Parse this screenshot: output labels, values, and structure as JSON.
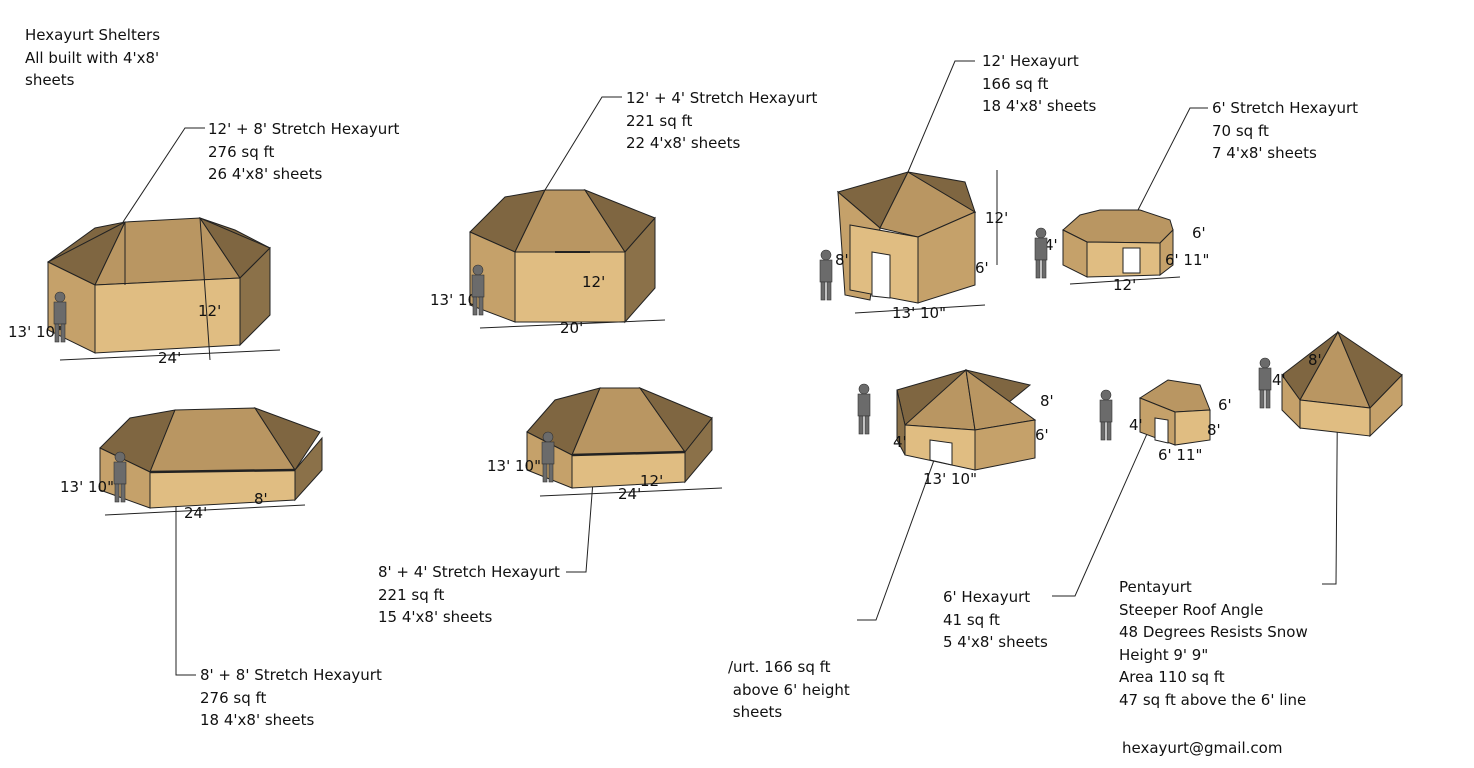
{
  "title": {
    "lines": [
      "Hexayurt Shelters",
      "All built with 4'x8'",
      "sheets"
    ]
  },
  "labels": {
    "a": [
      "12' + 8' Stretch Hexayurt",
      "276 sq ft",
      "26 4'x8' sheets"
    ],
    "b": [
      "12' + 4' Stretch Hexayurt",
      "221 sq ft",
      "22 4'x8' sheets"
    ],
    "c": [
      "12' Hexayurt",
      "166 sq ft",
      "18 4'x8' sheets"
    ],
    "d": [
      "6' Stretch Hexayurt",
      "70 sq ft",
      "7 4'x8' sheets"
    ],
    "e": [
      "8' + 4' Stretch Hexayurt",
      "221 sq ft",
      "15 4'x8' sheets"
    ],
    "f": [
      "8' + 8' Stretch Hexayurt",
      "276 sq ft",
      "18 4'x8' sheets"
    ],
    "g": [
      "/urt. 166 sq ft",
      " above 6' height",
      " sheets"
    ],
    "h": [
      "6' Hexayurt",
      "41 sq ft",
      "5 4'x8' sheets"
    ],
    "i": [
      "Pentayurt",
      "Steeper Roof Angle",
      "48 Degrees Resists Snow",
      "Height 9' 9\"",
      "Area 110 sq ft",
      "47 sq ft above the 6' line"
    ]
  },
  "email": "hexayurt@gmail.com",
  "dims": {
    "a": [
      "13' 10\"",
      "24'",
      "12'"
    ],
    "b": [
      "13' 10\"",
      "20'",
      "12'"
    ],
    "c": [
      "8'",
      "12'",
      "6'",
      "13' 10\""
    ],
    "d": [
      "4'",
      "6'",
      "6' 11\"",
      "12'"
    ],
    "f": [
      "13' 10\"",
      "24'",
      "8'"
    ],
    "e": [
      "13' 10\"",
      "24'",
      "12'"
    ],
    "g": [
      "4'",
      "8'",
      "6'",
      "13' 10\""
    ],
    "h": [
      "4'",
      "6'",
      "8'",
      "6' 11\""
    ],
    "i": [
      "4'",
      "8'"
    ]
  }
}
